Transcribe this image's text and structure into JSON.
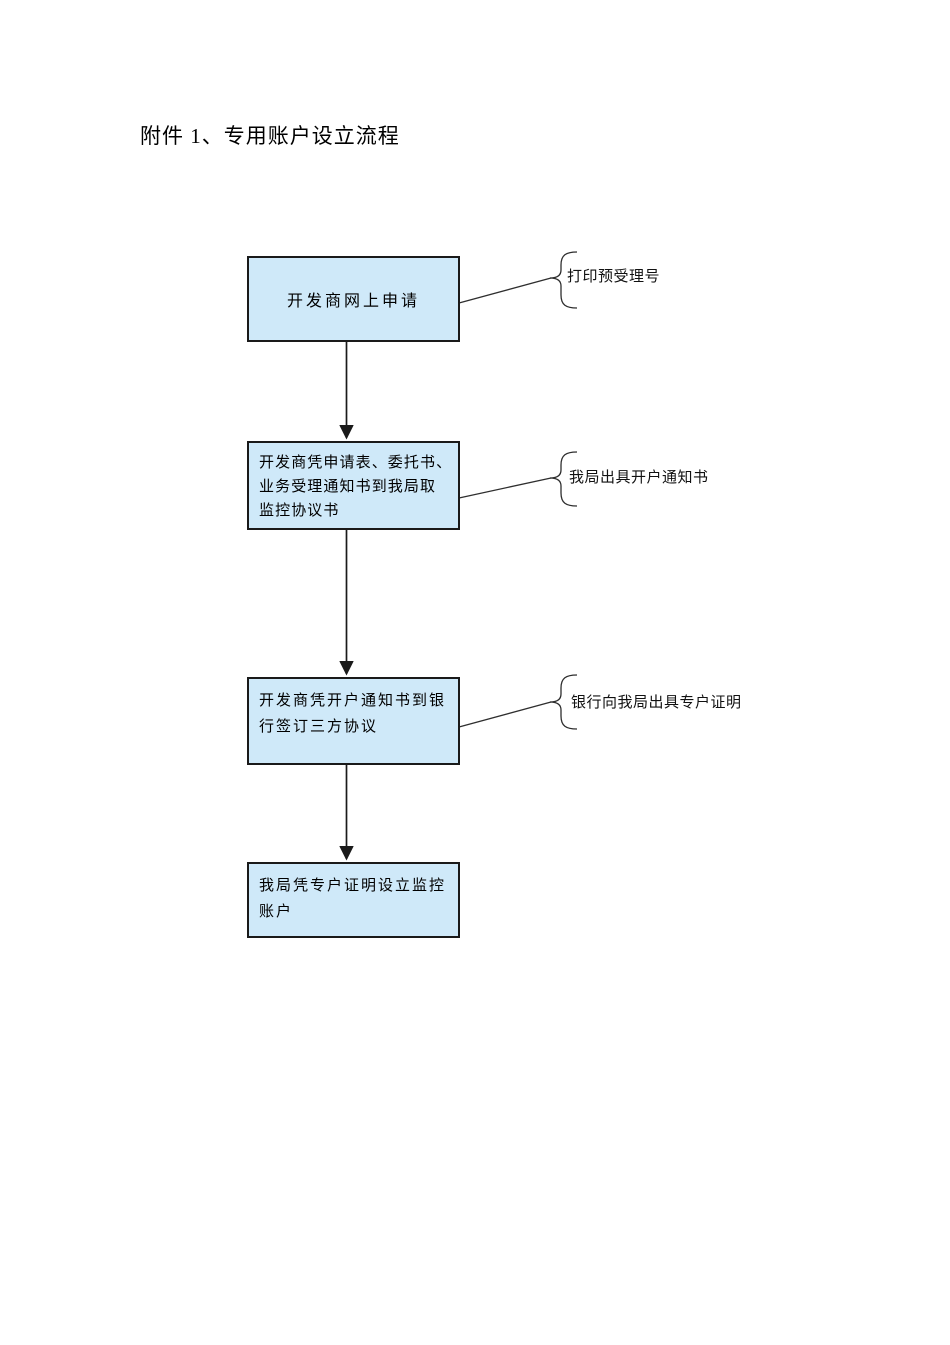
{
  "document": {
    "title": "附件 1、专用账户设立流程"
  },
  "flowchart": {
    "steps": [
      {
        "label": "开发商网上申请"
      },
      {
        "label": "开发商凭申请表、委托书、\n业务受理通知书到我局取\n监控协议书"
      },
      {
        "label": "开发商凭开户通知书到银\n行签订三方协议"
      },
      {
        "label": "我局凭专户证明设立监控\n账户"
      }
    ],
    "callouts": [
      {
        "label": "打印预受理号"
      },
      {
        "label": "我局出具开户通知书"
      },
      {
        "label": "银行向我局出具专户证明"
      }
    ],
    "colors": {
      "box_fill": "#cfe9f9",
      "box_border": "#1a1a1a",
      "connector": "#2e2e2e"
    }
  }
}
